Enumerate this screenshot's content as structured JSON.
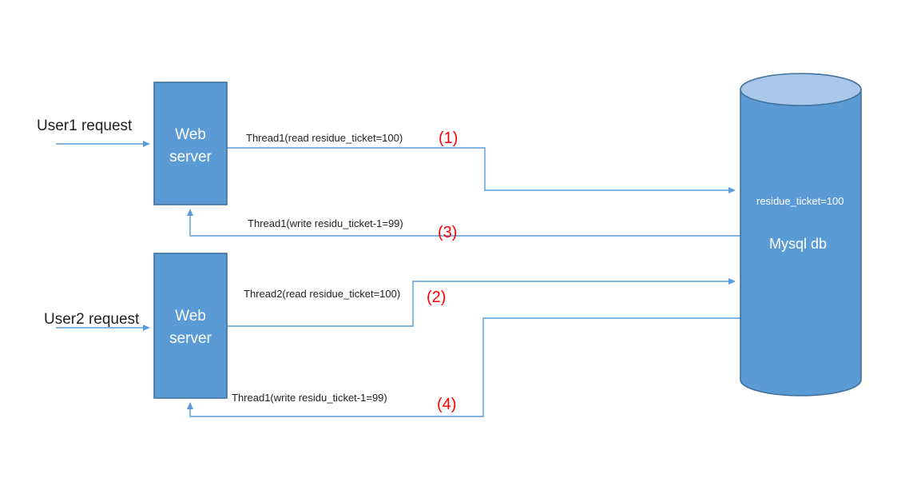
{
  "colors": {
    "background": "#ffffff",
    "shape_fill": "#5b9bd5",
    "shape_border": "#41719c",
    "cylinder_top_fill": "#a9c7e8",
    "connector": "#5b9bd5",
    "step_number": "#ff0000",
    "label_text": "#1f1f1f",
    "node_text": "#ffffff"
  },
  "nodes": {
    "user1": {
      "label": "User1 request"
    },
    "user2": {
      "label": "User2 request"
    },
    "web_server_1": {
      "line1": "Web",
      "line2": "server"
    },
    "web_server_2": {
      "line1": "Web",
      "line2": "server"
    },
    "database": {
      "value": "residue_ticket=100",
      "label": "Mysql db"
    }
  },
  "flows": {
    "f1": {
      "label": "Thread1(read residue_ticket=100)",
      "step": "(1)",
      "from": "web_server_1",
      "to": "database"
    },
    "f2": {
      "label": "Thread2(read residue_ticket=100)",
      "step": "(2)",
      "from": "web_server_2",
      "to": "database"
    },
    "f3": {
      "label": "Thread1(write residu_ticket-1=99)",
      "step": "(3)",
      "from": "database",
      "to": "web_server_1"
    },
    "f4": {
      "label": "Thread1(write residu_ticket-1=99)",
      "step": "(4)",
      "from": "database",
      "to": "web_server_2"
    }
  }
}
